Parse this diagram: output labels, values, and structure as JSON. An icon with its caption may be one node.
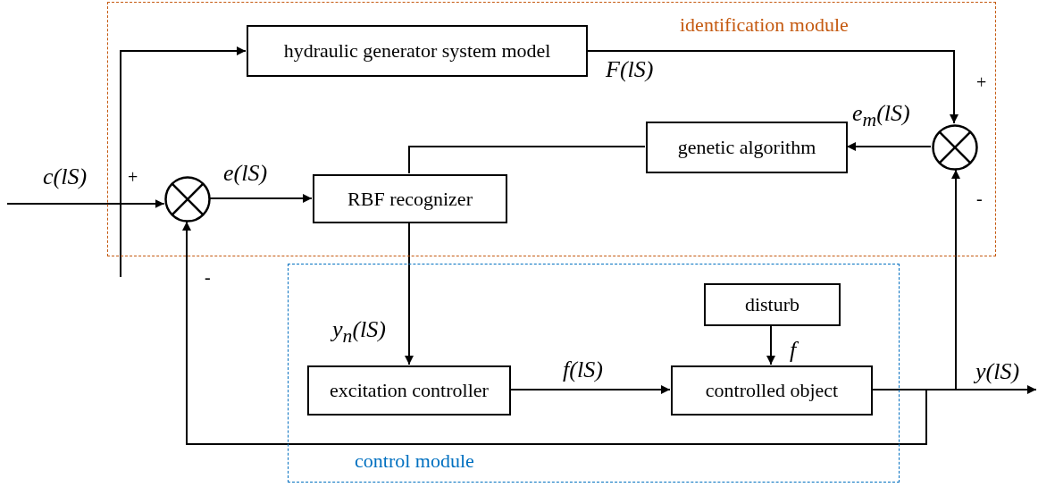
{
  "diagram": {
    "nodes": [
      {
        "text": [
          "identification module"
        ]
      },
      {
        "text": [
          "control module"
        ]
      },
      {
        "text": [
          "hydraulic generator system model"
        ],
        "in": 0
      },
      {
        "text": [],
        "shape": "circle",
        "in": 0
      },
      {
        "text": [
          "RBF recognizer"
        ],
        "in": 0
      },
      {
        "text": [
          "genetic algorithm"
        ],
        "in": 0
      },
      {
        "text": [],
        "shape": "circle",
        "in": 0
      },
      {
        "text": [
          "disturb"
        ],
        "in": 1
      },
      {
        "text": [
          "excitation controller"
        ],
        "in": 1
      },
      {
        "text": [
          "controlled object"
        ],
        "in": 1
      }
    ],
    "edges": [
      {
        "from": null,
        "to": 3,
        "arrow": "to",
        "label": "*c*(*lS*)"
      },
      {
        "from": null,
        "to": 2,
        "arrow": "to"
      },
      {
        "from": 3,
        "to": 4,
        "arrow": "to",
        "label": "*e*(*lS*)"
      },
      {
        "from": 2,
        "to": 6,
        "arrow": "to",
        "label": "*F*(*lS*)"
      },
      {
        "from": 6,
        "to": 5,
        "arrow": "to",
        "label": "*e*$_{m}$(*lS*)"
      },
      {
        "from": 5,
        "to": 4,
        "arrow": "none"
      },
      {
        "from": 4,
        "to": 8,
        "arrow": "to",
        "label": "*y*$_{n}$(*lS*)"
      },
      {
        "from": 8,
        "to": 9,
        "arrow": "to",
        "label": "*f*(*lS*)"
      },
      {
        "from": 7,
        "to": 9,
        "arrow": "to",
        "label": "f"
      },
      {
        "from": 9,
        "to": null,
        "arrow": "to",
        "label": "*y*(*lS*)"
      },
      {
        "from": 9,
        "to": 6,
        "arrow": "to"
      },
      {
        "from": 9,
        "to": 3,
        "arrow": "to"
      }
    ],
    "labels": [
      "+",
      "-",
      "+",
      "-"
    ]
  }
}
